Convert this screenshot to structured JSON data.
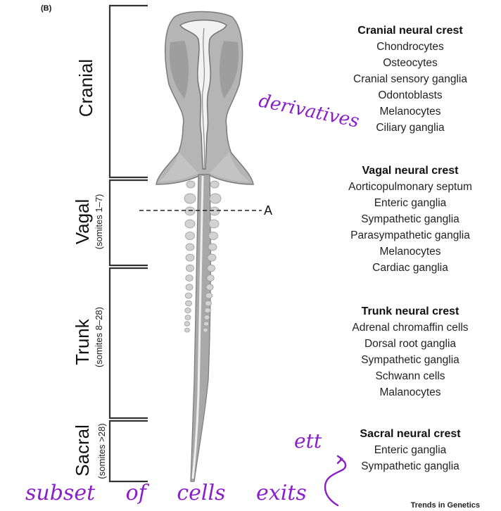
{
  "panel_label": "(B)",
  "regions": {
    "cranial": {
      "label": "Cranial"
    },
    "vagal": {
      "label": "Vagal",
      "sub": "(somites 1–7)"
    },
    "trunk": {
      "label": "Trunk",
      "sub": "(somites 8–28)"
    },
    "sacral": {
      "label": "Sacral",
      "sub": "(somites >28)"
    }
  },
  "section_marker": "A",
  "lists": {
    "cranial": {
      "heading": "Cranial neural crest",
      "items": [
        "Chondrocytes",
        "Osteocytes",
        "Cranial sensory ganglia",
        "Odontoblasts",
        "Melanocytes",
        "Ciliary ganglia"
      ]
    },
    "vagal": {
      "heading": "Vagal neural crest",
      "items": [
        "Aorticopulmonary septum",
        "Enteric ganglia",
        "Sympathetic ganglia",
        "Parasympathetic ganglia",
        "Melanocytes",
        "Cardiac ganglia"
      ]
    },
    "trunk": {
      "heading": "Trunk neural crest",
      "items": [
        "Adrenal chromaffin cells",
        "Dorsal root ganglia",
        "Sympathetic ganglia",
        "Schwann cells",
        "Malanocytes"
      ]
    },
    "sacral": {
      "heading": "Sacral neural crest",
      "items": [
        "Enteric ganglia",
        "Sympathetic ganglia"
      ]
    }
  },
  "credit": "Trends in Genetics",
  "annotations": {
    "derivatives": "derivatives",
    "ett": "ett",
    "bottom": "subset of cells exits"
  },
  "colors": {
    "annotation_ink": "#8a1fc9",
    "embryo_fill": "#b5b5b5",
    "embryo_dark": "#8f8f8f",
    "somite": "#d2d2d2",
    "bracket": "#333333"
  }
}
